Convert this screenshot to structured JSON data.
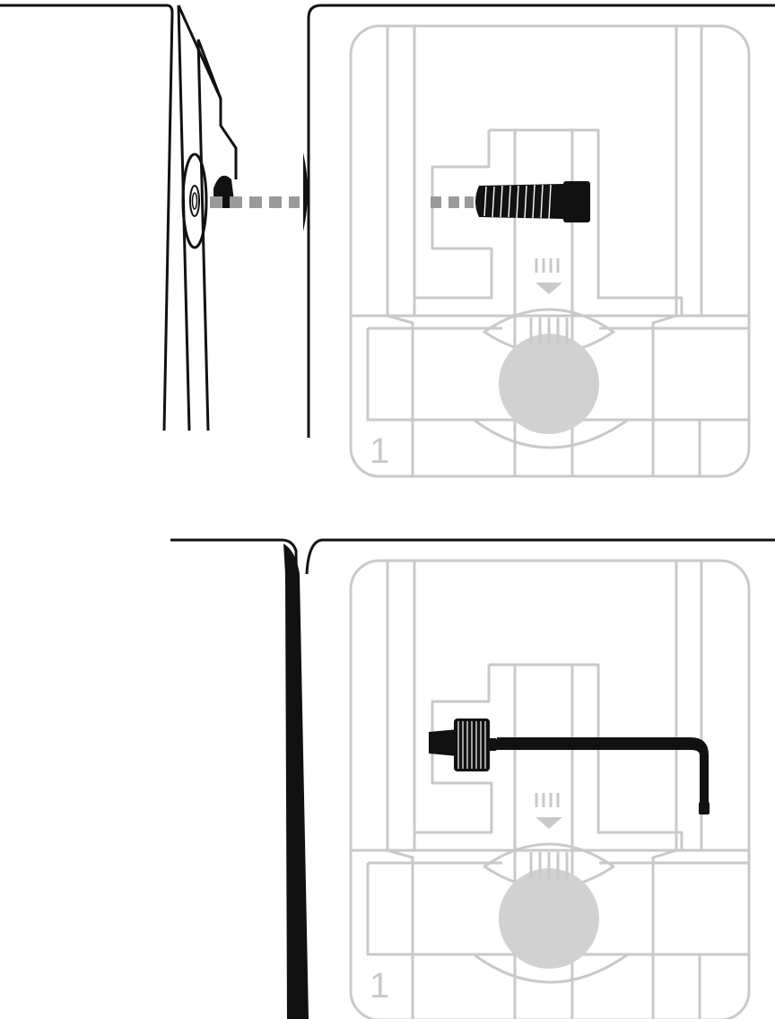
{
  "diagram": {
    "panels": [
      {
        "id": "step-1",
        "plate_label": "1"
      },
      {
        "id": "step-2",
        "plate_label": "1"
      }
    ],
    "colors": {
      "ink": "#111111",
      "light": "#c9c9c9",
      "knob": "#d1d1d1",
      "dash": "#9a9a9a"
    },
    "icons": [
      "screw-icon",
      "hex-key-icon",
      "thumbscrew-icon",
      "dashed-alignment-line",
      "down-arrow-icon"
    ]
  }
}
